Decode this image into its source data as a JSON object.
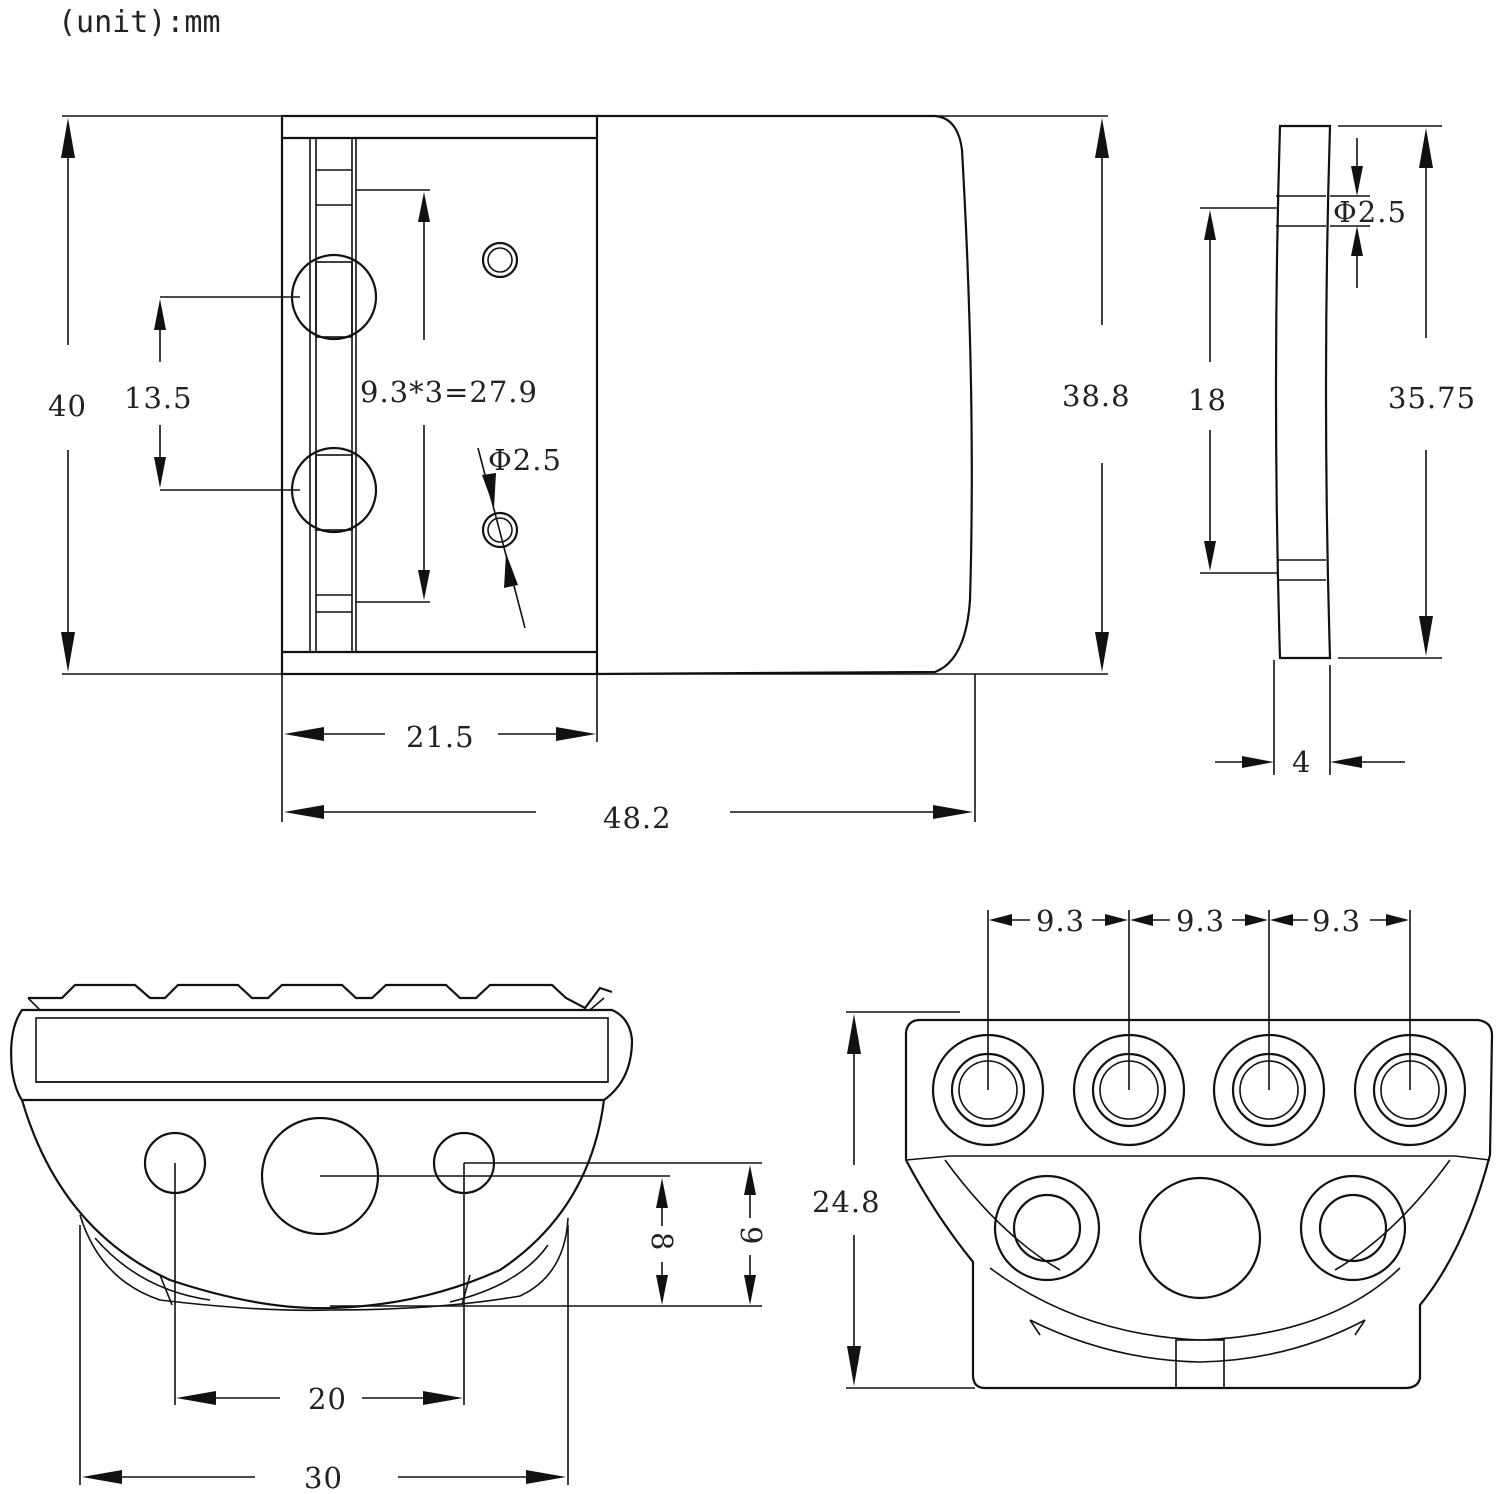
{
  "unit_note": "(unit):mm",
  "front_view": {
    "height_total": "40",
    "hole_pitch_side": "13.5",
    "hole_pitch_series": "9.3*3=27.9",
    "hole_diameter": "Φ2.5",
    "height_inner": "38.8",
    "width_base": "21.5",
    "width_total": "48.2"
  },
  "side_view": {
    "hole_diameter": "Φ2.5",
    "hole_spacing": "18",
    "height": "35.75",
    "thickness": "4"
  },
  "end_view": {
    "offset_a": "8",
    "offset_b": "9",
    "hole_spacing": "20",
    "width": "30"
  },
  "top_view": {
    "pitch_1": "9.3",
    "pitch_2": "9.3",
    "pitch_3": "9.3",
    "height": "24.8"
  }
}
